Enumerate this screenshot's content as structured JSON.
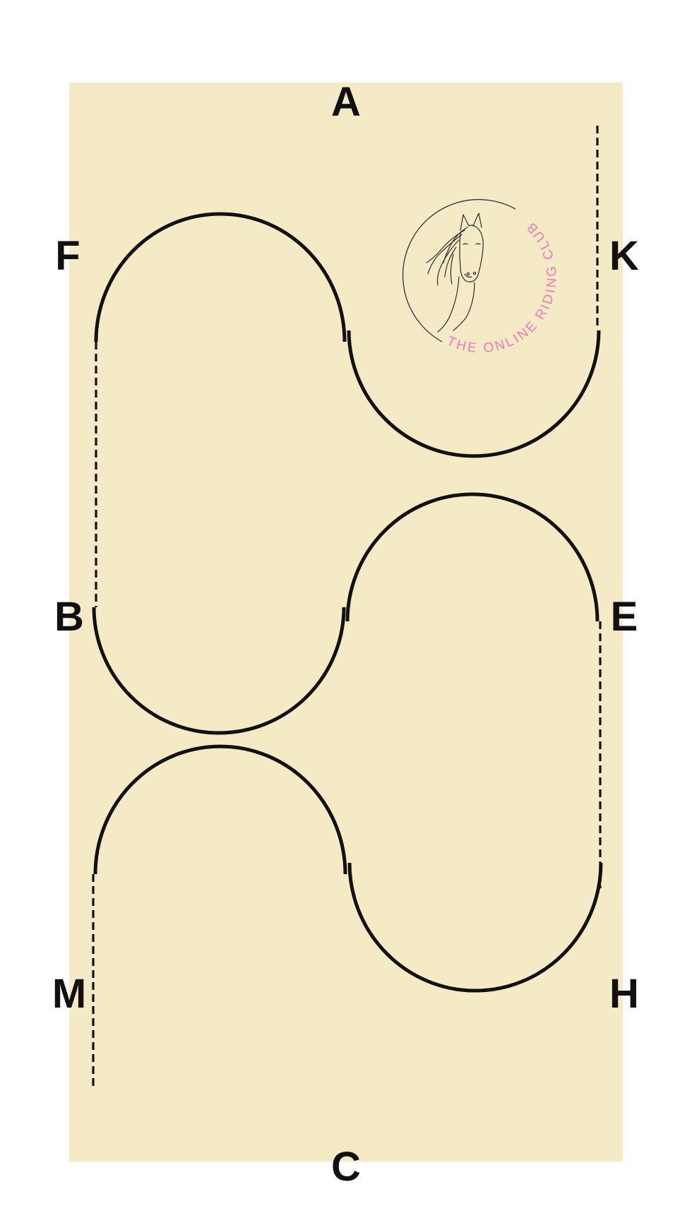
{
  "arena": {
    "fill_color": "#f4eac6",
    "letters": {
      "A": "A",
      "C": "C",
      "F": "F",
      "K": "K",
      "B": "B",
      "E": "E",
      "M": "M",
      "H": "H"
    }
  },
  "route": {
    "stroke_color": "#111111",
    "description_loops": 6
  },
  "logo": {
    "text": "THE ONLINE RIDING CLUB",
    "text_color": "#f07ab8",
    "icon": "horse-head-icon"
  }
}
